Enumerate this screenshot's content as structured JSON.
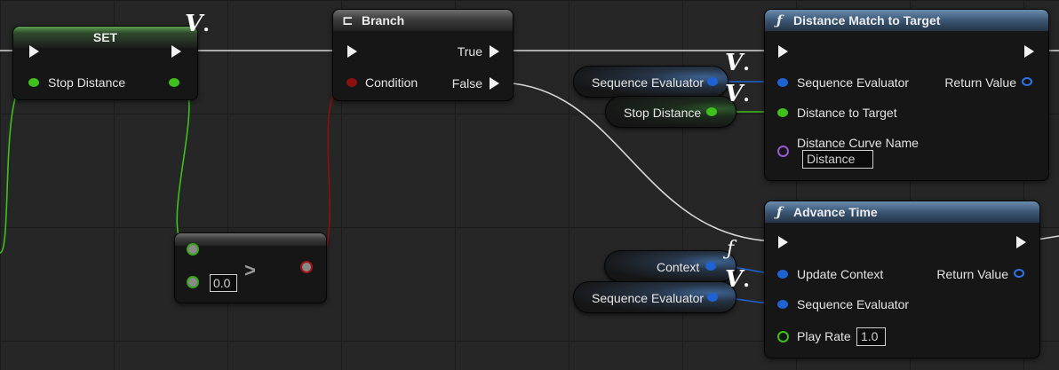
{
  "nodes": {
    "set": {
      "title": "SET",
      "variable_label": "Stop Distance"
    },
    "branch": {
      "title": "Branch",
      "icon": "branch-icon",
      "true_label": "True",
      "false_label": "False",
      "condition_label": "Condition"
    },
    "compare": {
      "operator": ">",
      "b_value": "0.0"
    },
    "distance_match": {
      "title": "Distance Match to Target",
      "icon_glyph": "ƒ",
      "inputs": {
        "sequence_evaluator": "Sequence Evaluator",
        "distance_to_target": "Distance to Target",
        "distance_curve_name": "Distance Curve Name",
        "distance_curve_value": "Distance"
      },
      "return_value": "Return Value"
    },
    "advance_time": {
      "title": "Advance Time",
      "icon_glyph": "ƒ",
      "inputs": {
        "update_context": "Update Context",
        "sequence_evaluator": "Sequence Evaluator",
        "play_rate": "Play Rate",
        "play_rate_value": "1.0"
      },
      "return_value": "Return Value"
    }
  },
  "getters": {
    "sequence_evaluator_1": "Sequence Evaluator",
    "stop_distance": "Stop Distance",
    "context": "Context",
    "sequence_evaluator_2": "Sequence Evaluator"
  },
  "badges": {
    "variable": "V",
    "variable_dot": ".",
    "function": "ƒ"
  },
  "colors": {
    "float_pin": "#3fc01a",
    "struct_pin": "#1f63d2",
    "bool_pin": "#8c1010",
    "name_pin": "#9a58d6",
    "exec_wire": "#d8d8d8",
    "set_header": "#5fa050",
    "function_header": "#3a5674"
  }
}
